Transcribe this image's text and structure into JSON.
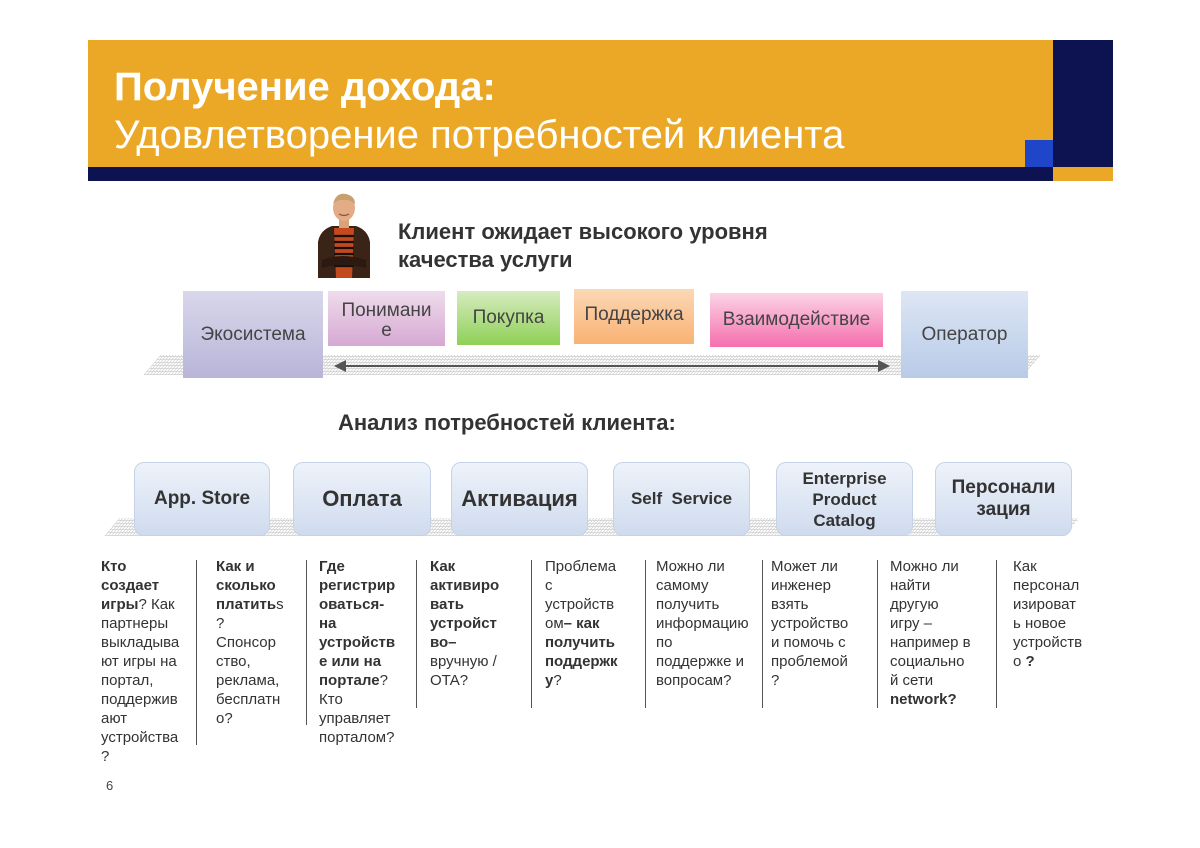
{
  "header": {
    "title_line1": "Получение дохода:",
    "title_line2": "Удовлетворение потребностей клиента",
    "colors": {
      "gold": "#eba827",
      "navy": "#0d1350",
      "blue": "#1f45c8"
    }
  },
  "client": {
    "text_line1": "Клиент ожидает высокого уровня",
    "text_line2": "качества услуги"
  },
  "process": {
    "ecosystem": "Экосистема",
    "understanding": "Понимани\nе",
    "purchase": "Покупка",
    "support": "Поддержка",
    "interaction": "Взаимодействие",
    "operator": "Оператор"
  },
  "analysis_title": "Анализ потребностей клиента",
  "analysis_colon": ":",
  "categories": [
    {
      "label": "App. Store"
    },
    {
      "label": "Оплата"
    },
    {
      "label": "Активация"
    },
    {
      "label": "Self  Service"
    },
    {
      "label": "Enterprise\nProduct\nCatalog"
    },
    {
      "label": "Персонали\nзация"
    }
  ],
  "columns": [
    {
      "bold": "Кто\nсоздает\nигры",
      "rest": "? Как\nпартнеры\nвыкладыва\nют игры на\nпортал,\nподдержив\nают\nустройства\n?"
    },
    {
      "bold": "Как и\nсколько\nплатить",
      "rest": "s\n?\nСпонсор\nство,\nреклама,\nбесплатн\nо?"
    },
    {
      "bold": "Где\nрегистрир\nоваться-\nна\nустройств\nе или на\nпортале",
      "rest": "?\nКто\nуправляет\nпорталом?"
    },
    {
      "bold": "Как\nактивиро\nвать\nустройст\nво–",
      "rest": "\nвручную /\nOTA?"
    },
    {
      "pre": "Проблема\nс\nустройств\nом",
      "bold": "– как\nполучить\nподдержк\nу",
      "rest": "?"
    },
    {
      "rest": "Можно ли\nсамому\nполучить\nинформацию\nпо\nподдержке и\nвопросам?"
    },
    {
      "rest": "Может ли\nинженер\nвзять\nустройство\nи помочь с\nпроблемой\n?"
    },
    {
      "rest": "Можно  ли\nнайти\nдругую\nигру –\nнапример в\nсоциально\nй сети\n",
      "bold": "network?"
    },
    {
      "rest": "Как\nперсонал\nизироват\nь новое\nустройств\nо ",
      "bold": "?"
    }
  ],
  "page_number": "6"
}
